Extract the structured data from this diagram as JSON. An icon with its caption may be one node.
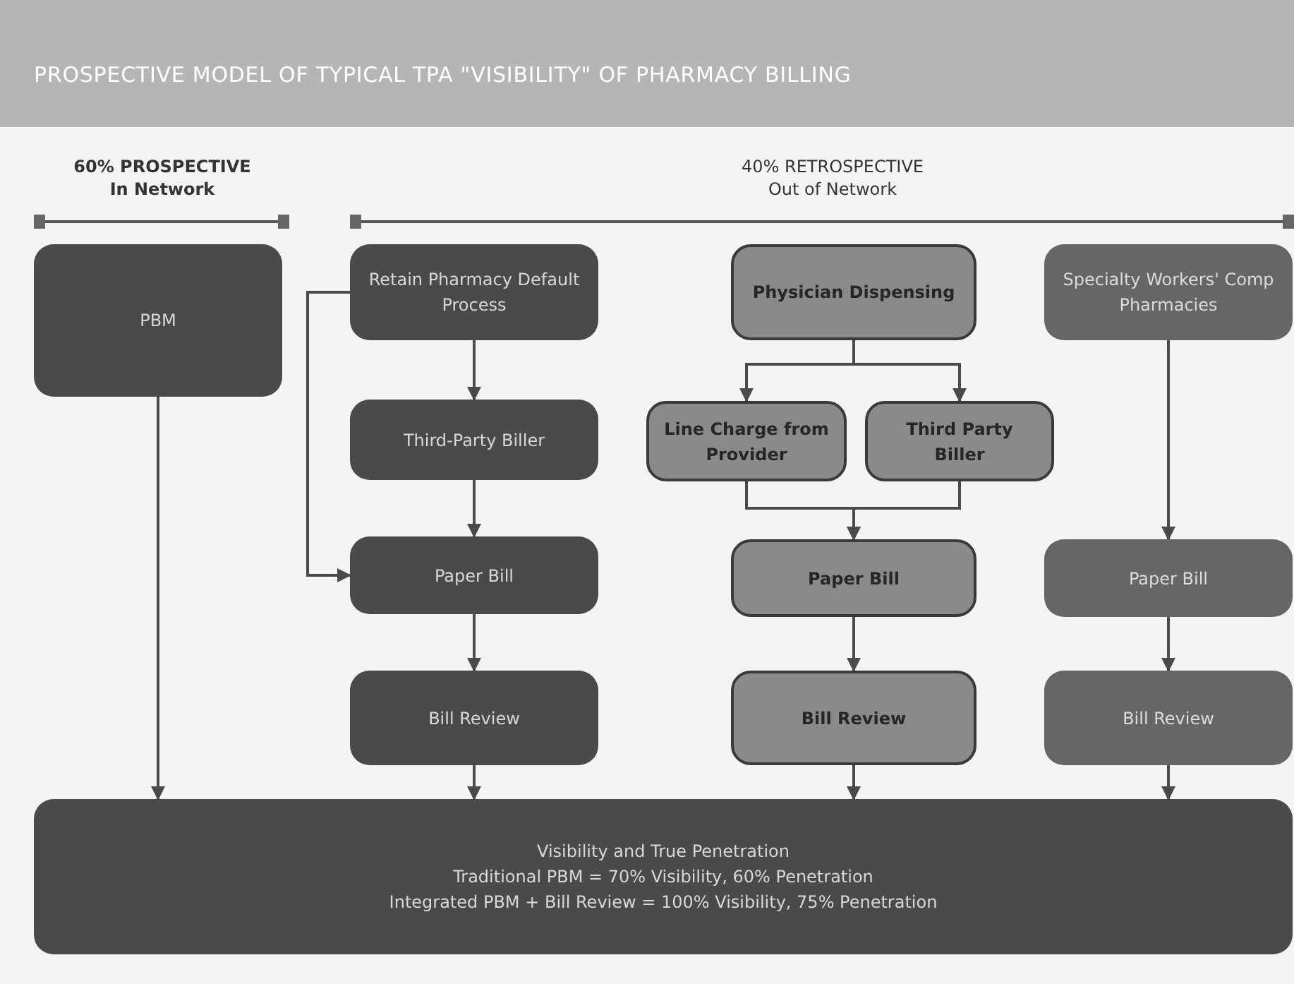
{
  "diagram": {
    "title": "PROSPECTIVE MODEL OF TYPICAL TPA \"VISIBILITY\" OF PHARMACY BILLING",
    "nodes": [
      {
        "text": [
          "PBM"
        ]
      },
      {
        "text": [
          "Retain Pharmacy Default Process"
        ]
      },
      {
        "text": [
          "Third-Party Biller"
        ]
      },
      {
        "text": [
          "Paper Bill"
        ]
      },
      {
        "text": [
          "Bill Review"
        ]
      },
      {
        "text": [
          "Physician Dispensing"
        ]
      },
      {
        "text": [
          "Line Charge from Provider"
        ]
      },
      {
        "text": [
          "Third Party Biller"
        ]
      },
      {
        "text": [
          "Paper Bill"
        ]
      },
      {
        "text": [
          "Bill Review"
        ]
      },
      {
        "text": [
          "Specialty Workers' Comp Pharmacies"
        ]
      },
      {
        "text": [
          "Paper Bill"
        ]
      },
      {
        "text": [
          "Bill Review"
        ]
      },
      {
        "text": [
          "Visibility and True Penetration",
          "Traditional PBM = 70% Visibility, 60% Penetration",
          "Integrated PBM + Bill Review = 100% Visibility, 75% Penetration"
        ]
      }
    ],
    "edges": [
      {
        "from": 0,
        "to": 13,
        "arrow": "to"
      },
      {
        "from": 1,
        "to": 2,
        "arrow": "to"
      },
      {
        "from": 1,
        "to": 3,
        "arrow": "to"
      },
      {
        "from": 2,
        "to": 3,
        "arrow": "to"
      },
      {
        "from": 3,
        "to": 4,
        "arrow": "to"
      },
      {
        "from": 4,
        "to": 13,
        "arrow": "to"
      },
      {
        "from": 5,
        "to": 6,
        "arrow": "to"
      },
      {
        "from": 5,
        "to": 7,
        "arrow": "to"
      },
      {
        "from": 6,
        "to": 8,
        "arrow": "to"
      },
      {
        "from": 7,
        "to": 8,
        "arrow": "to"
      },
      {
        "from": 8,
        "to": 9,
        "arrow": "to"
      },
      {
        "from": 9,
        "to": 13,
        "arrow": "to"
      },
      {
        "from": 10,
        "to": 11,
        "arrow": "to"
      },
      {
        "from": 11,
        "to": 12,
        "arrow": "to"
      },
      {
        "from": 12,
        "to": 13,
        "arrow": "to"
      }
    ],
    "labels": [
      "60% PROSPECTIVE",
      "In Network",
      "40% RETROSPECTIVE",
      "Out of Network"
    ]
  }
}
